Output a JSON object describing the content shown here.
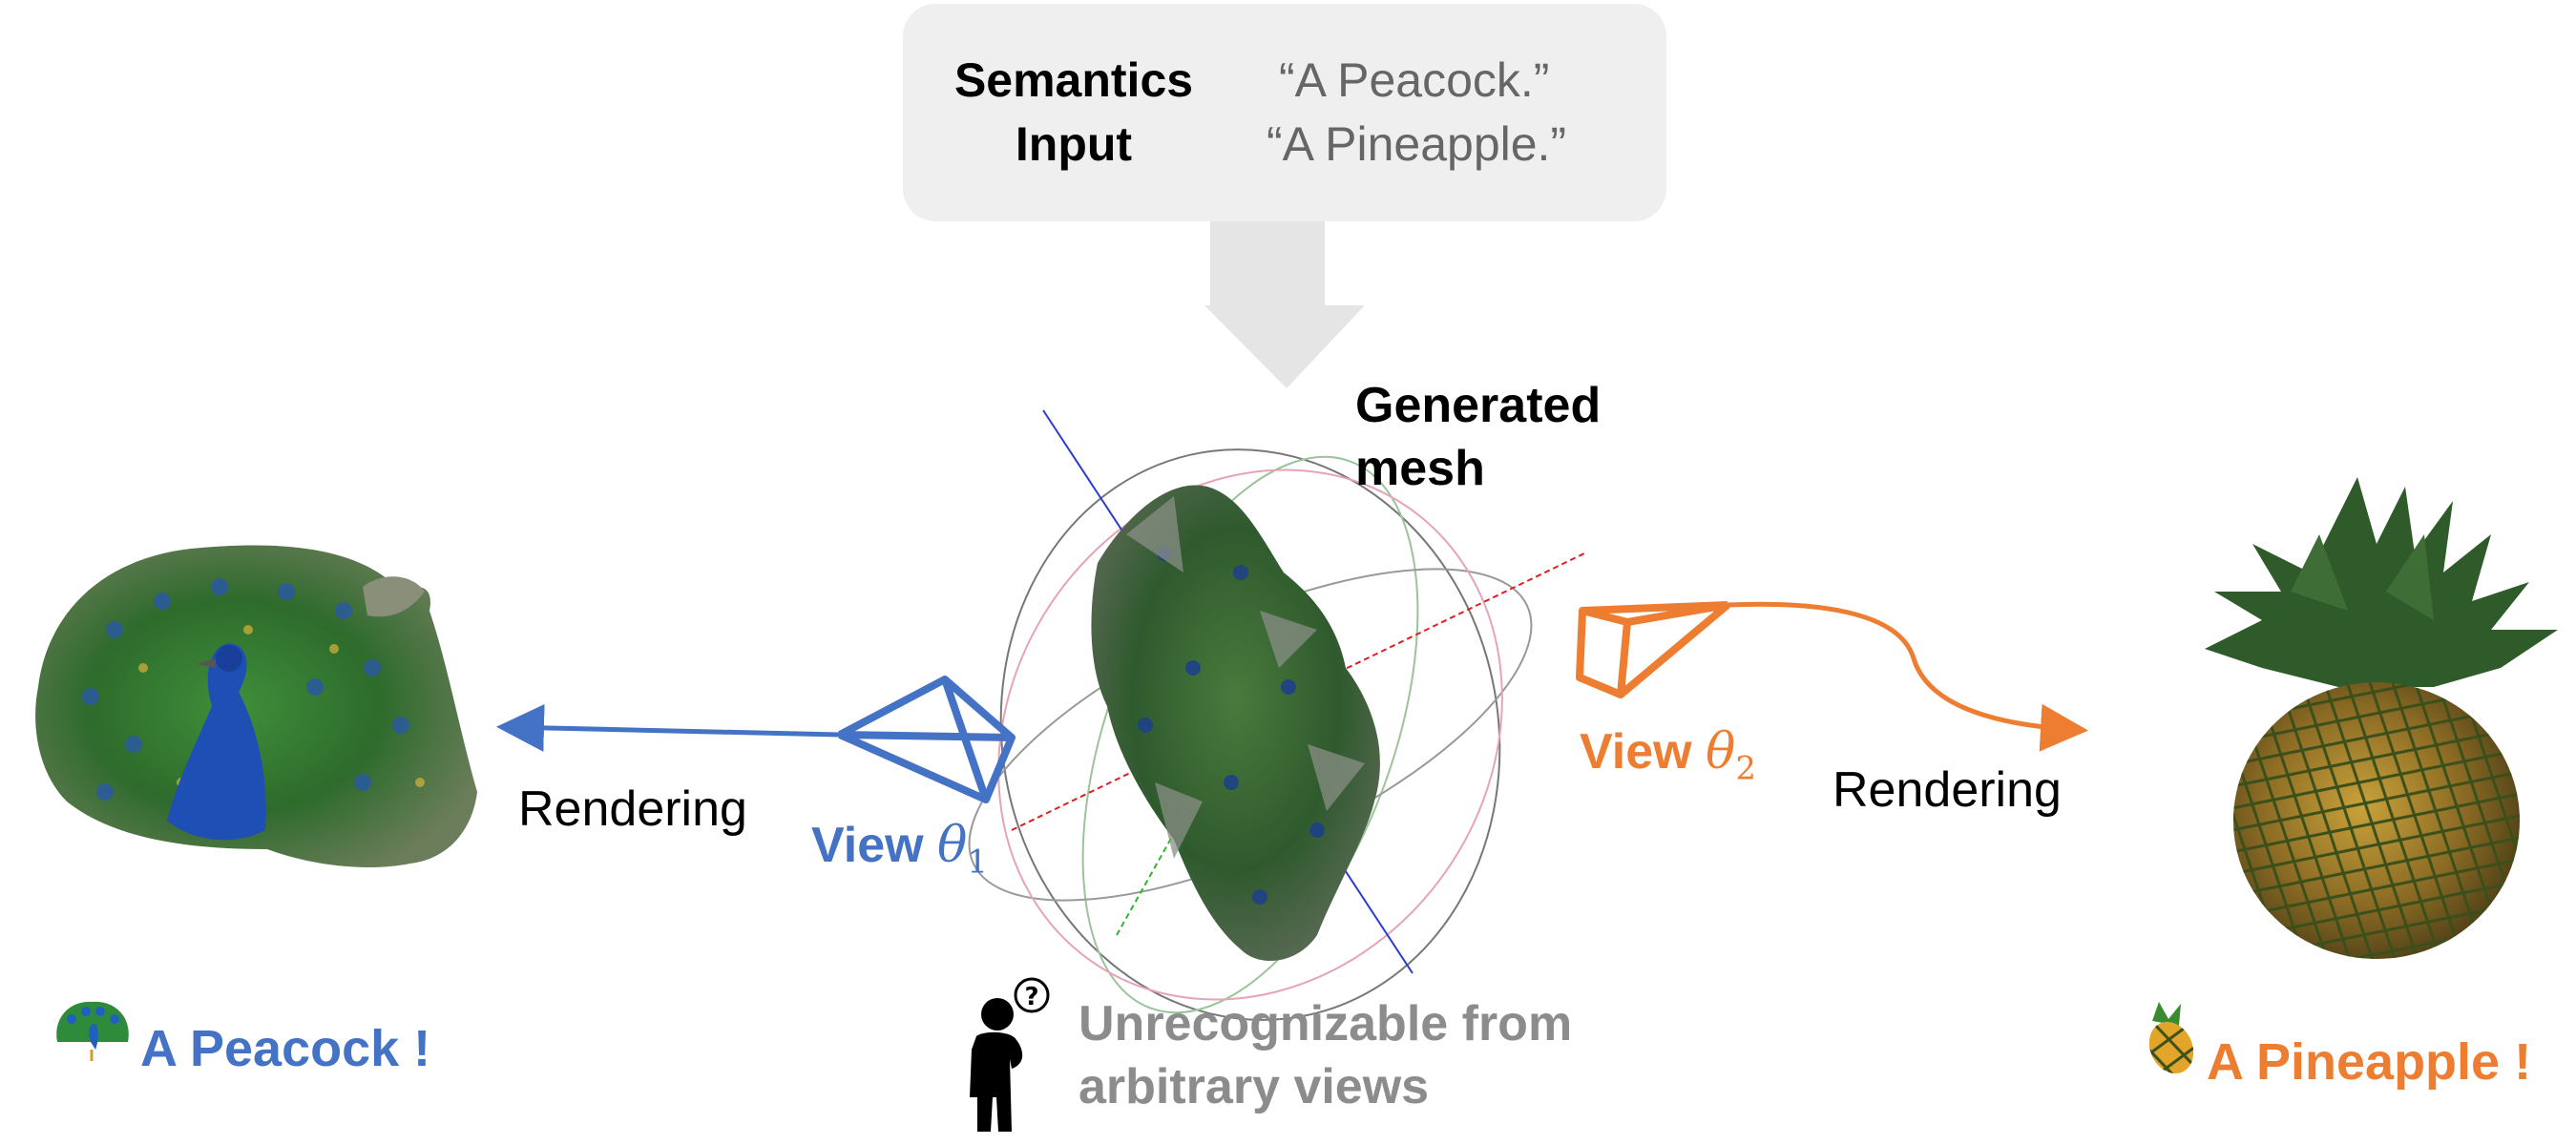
{
  "input_box": {
    "rows": [
      {
        "label": "Semantics",
        "value": "“A Peacock.”"
      },
      {
        "label": "Input",
        "value": "“A Pineapple.”"
      }
    ]
  },
  "mesh": {
    "label_line1": "Generated",
    "label_line2": "mesh"
  },
  "left": {
    "rendering_label": "Rendering",
    "view_label": "View",
    "theta": "θ",
    "subscript": "1",
    "result_label": "A Peacock !",
    "emoji": "peacock-icon"
  },
  "right": {
    "rendering_label": "Rendering",
    "view_label": "View",
    "theta": "θ",
    "subscript": "2",
    "result_label": "A Pineapple !",
    "emoji": "pineapple-icon"
  },
  "observer": {
    "line1": "Unrecognizable from",
    "line2": "arbitrary views"
  },
  "colors": {
    "blue": "#4472c4",
    "orange": "#ed7d31",
    "gray": "#8c8c8c",
    "box": "#efefef"
  }
}
